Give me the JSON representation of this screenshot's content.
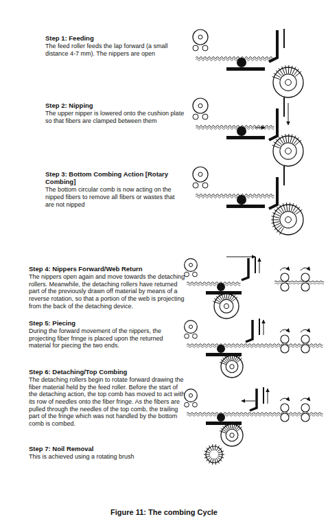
{
  "diagram": {
    "caption": "Figure 11: The combing Cycle",
    "labels": [
      "Step 1: Feeding",
      "The feed roller feeds the lap forward (a small distance 4-7 mm). The nippers are open",
      "Step 2: Nipping",
      "The upper nipper is lowered onto the cushion plate so that fibers are clamped between them",
      "Step 3: Bottom Combing Action [Rotary Combing]",
      "The bottom circular comb is now acting on the nipped fibers to remove all fibers or wastes that are not nipped",
      "Step 4: Nippers Forward/Web Return",
      "The nippers open again and move towards the detaching rollers. Meanwhile, the detaching rollers have returned part of the previously drawn off material by means of a reverse rotation, so that a portion of the web is projecting from the back of the detaching device.",
      "Step 5: Piecing",
      "During the forward movement of the nippers, the projecting fiber fringe is placed upon the returned material for piecing the two ends.",
      "Step 6: Detaching/Top Combing",
      "The detaching rollers begin to rotate forward drawing the fiber material held by the feed roller. Before the start of the detaching action, the top comb has moved to act with its row of needles onto the fiber fringe. As the fibers are pulled through the needles of the top comb, the trailing part of the fringe which was not handled by the bottom comb is combed.",
      "Step 7: Noil Removal",
      "This is achieved using a rotating brush"
    ]
  }
}
